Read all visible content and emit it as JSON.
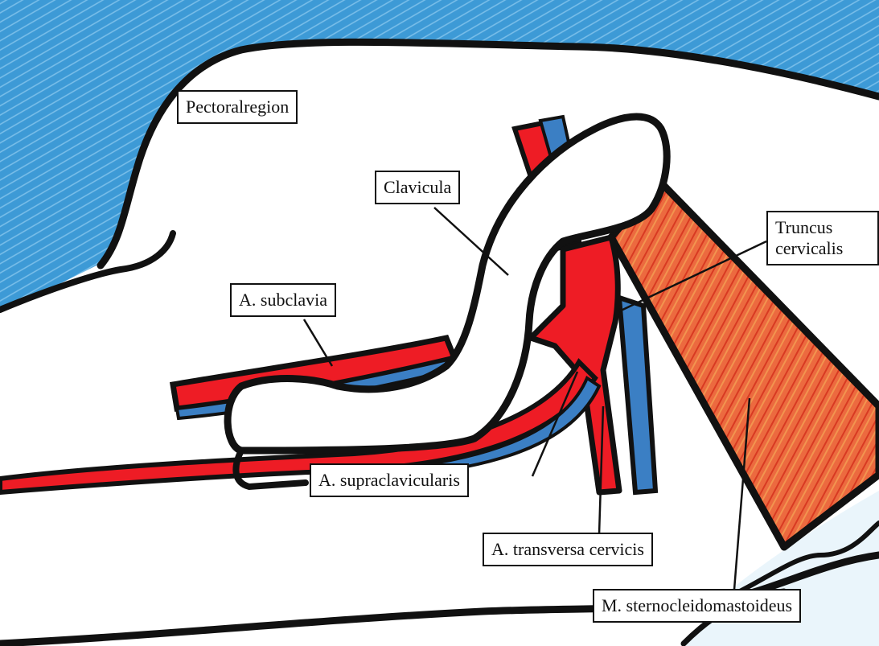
{
  "labels": {
    "pectoralregion": "Pectoralregion",
    "clavicula": "Clavicula",
    "a_subclavia": "A. subclavia",
    "truncus_line1": "Truncus",
    "truncus_line2": "cervicalis",
    "a_supraclavicularis": "A. supraclavicularis",
    "a_transversa_cervicis": "A. transversa cervicis",
    "m_sternocleidomastoideus": "M. sternocleidomastoideus"
  },
  "colors": {
    "background_blue": "#3d9ad6",
    "artery_red": "#ee1c25",
    "vein_blue": "#3b7fc4",
    "muscle_orange": "#e8623a",
    "outline": "#111111"
  }
}
